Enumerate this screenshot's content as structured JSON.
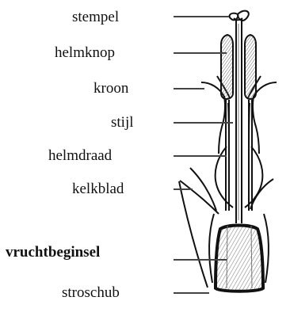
{
  "labels": {
    "stempel": "stempel",
    "helmknop": "helmknop",
    "kroon": "kroon",
    "stijl": "stijl",
    "helmdraad": "helmdraad",
    "kelkblad": "kelkblad",
    "vruchtbeginsel": "vruchtbeginsel",
    "stroschub": "stroschub"
  },
  "colors": {
    "ink": "#111111",
    "leader": "#444444",
    "hatch": "#6f6f6f",
    "anther": "#8d8d8d"
  }
}
